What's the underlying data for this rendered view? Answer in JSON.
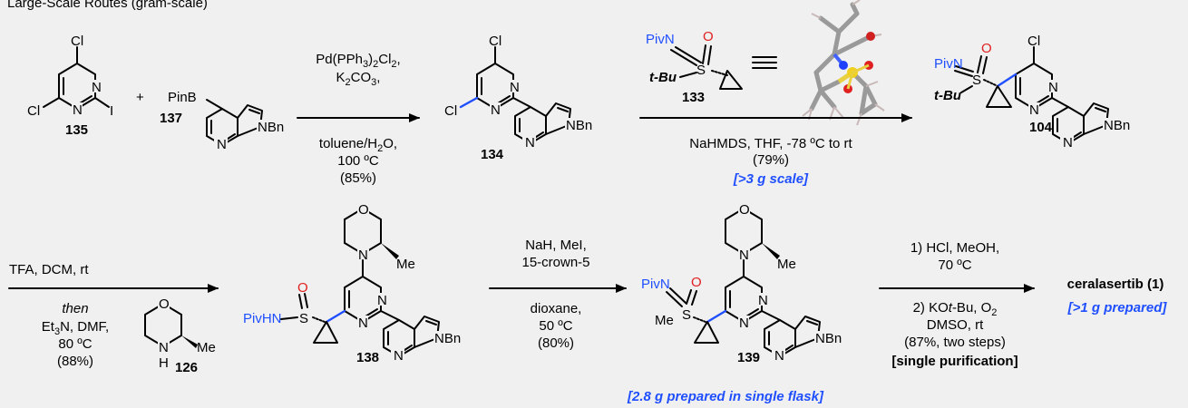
{
  "header": {
    "text": "Large-Scale Routes (gram-scale)"
  },
  "compounds": {
    "c135": "135",
    "c137": "137",
    "c134": "134",
    "c133": "133",
    "c104": "104",
    "c126": "126",
    "c138": "138",
    "c139": "139",
    "final_product": "ceralasertib (1)"
  },
  "plus": "+",
  "steps": {
    "step1": {
      "line1": "Pd(PPh3)2Cl2,",
      "line2": "K2CO3,",
      "line3": "toluene/H2O,",
      "line4": "100 ºC",
      "yield": "(85%)"
    },
    "step2": {
      "line1": "NaHMDS, THF, -78 ºC to rt",
      "yield": "(79%)",
      "note": "[>3 g scale]"
    },
    "step3": {
      "line1": "TFA, DCM, rt",
      "then": "then",
      "line2": "Et3N, DMF,",
      "line3": "80 ºC",
      "yield": "(88%)"
    },
    "step4": {
      "line1": "NaH, MeI,",
      "line2": "15-crown-5",
      "line3": "dioxane,",
      "line4": "50 ºC",
      "yield": "(80%)",
      "note": "[2.8 g prepared in single flask]"
    },
    "step5": {
      "line1": "1)  HCl, MeOH,",
      "line2": "70  ºC",
      "line3": "2)  KOt-Bu, O2",
      "line4": "DMSO, rt",
      "yield": "(87%, two steps)",
      "purification": "[single purification]"
    }
  },
  "final_note": "[>1 g prepared]",
  "atom_labels": {
    "cl": "Cl",
    "n": "N",
    "i": "I",
    "pinb": "PinB",
    "nbn": "NBn",
    "pivn": "PivN",
    "pivhn": "PivHN",
    "o": "O",
    "s": "S",
    "tbu": "t-Bu",
    "me": "Me",
    "h": "H"
  },
  "colors": {
    "accent_blue": "#1f4fff",
    "oxygen_red": "#e02020",
    "background": "#f0f0f0"
  }
}
